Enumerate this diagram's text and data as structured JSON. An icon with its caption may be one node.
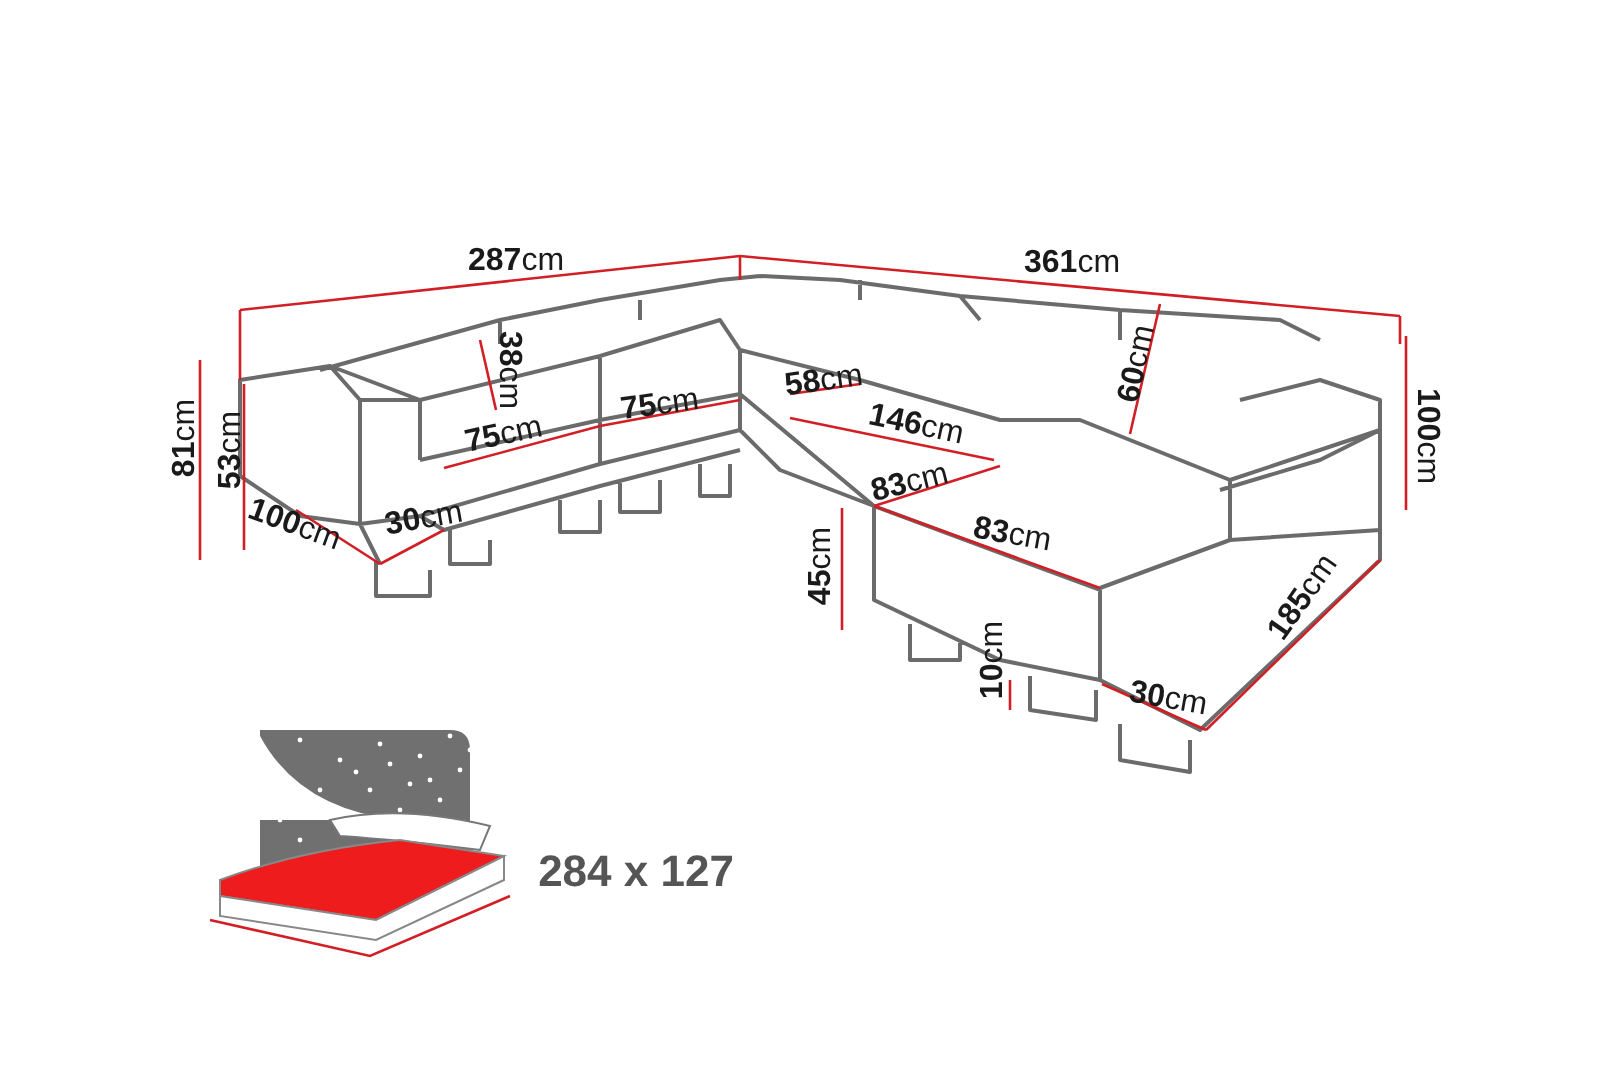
{
  "diagram": {
    "labels": [
      "**287**cm",
      "**361**cm",
      "**38**cm",
      "**81**cm",
      "**53**cm",
      "**75**cm",
      "**75**cm",
      "**58**cm",
      "**60**cm",
      "**100**cm",
      "**146**cm",
      "**83**cm",
      "**100**cm",
      "**30**cm",
      "**83**cm",
      "**45**cm",
      "**185**cm",
      "**10**cm",
      "**30**cm",
      "284 x 127"
    ]
  }
}
